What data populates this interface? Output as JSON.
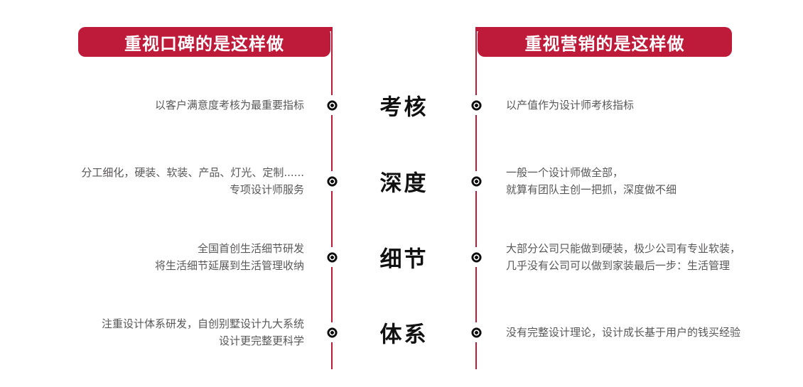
{
  "colors": {
    "accent": "#be1b3a",
    "text": "#595757",
    "label": "#111111"
  },
  "headers": {
    "left": "重视口碑的是这样做",
    "right": "重视营销的是这样做"
  },
  "rows": [
    {
      "label": "考核",
      "left": "以客户满意度考核为最重要指标",
      "right": "以产值作为设计师考核指标"
    },
    {
      "label": "深度",
      "left": "分工细化，硬装、软装、产品、灯光、定制......\n专项设计师服务",
      "right": "一般一个设计师做全部，\n就算有团队主创一把抓，深度做不细"
    },
    {
      "label": "细节",
      "left": "全国首创生活细节研发\n将生活细节延展到生活管理收纳",
      "right": "大部分公司只能做到硬装，极少公司有专业软装，\n几乎没有公司可以做到家装最后一步：生活管理"
    },
    {
      "label": "体系",
      "left": "注重设计体系研发，自创别墅设计九大系统\n设计更完整更科学",
      "right": "没有完整设计理论，设计成长基于用户的钱买经验"
    }
  ]
}
